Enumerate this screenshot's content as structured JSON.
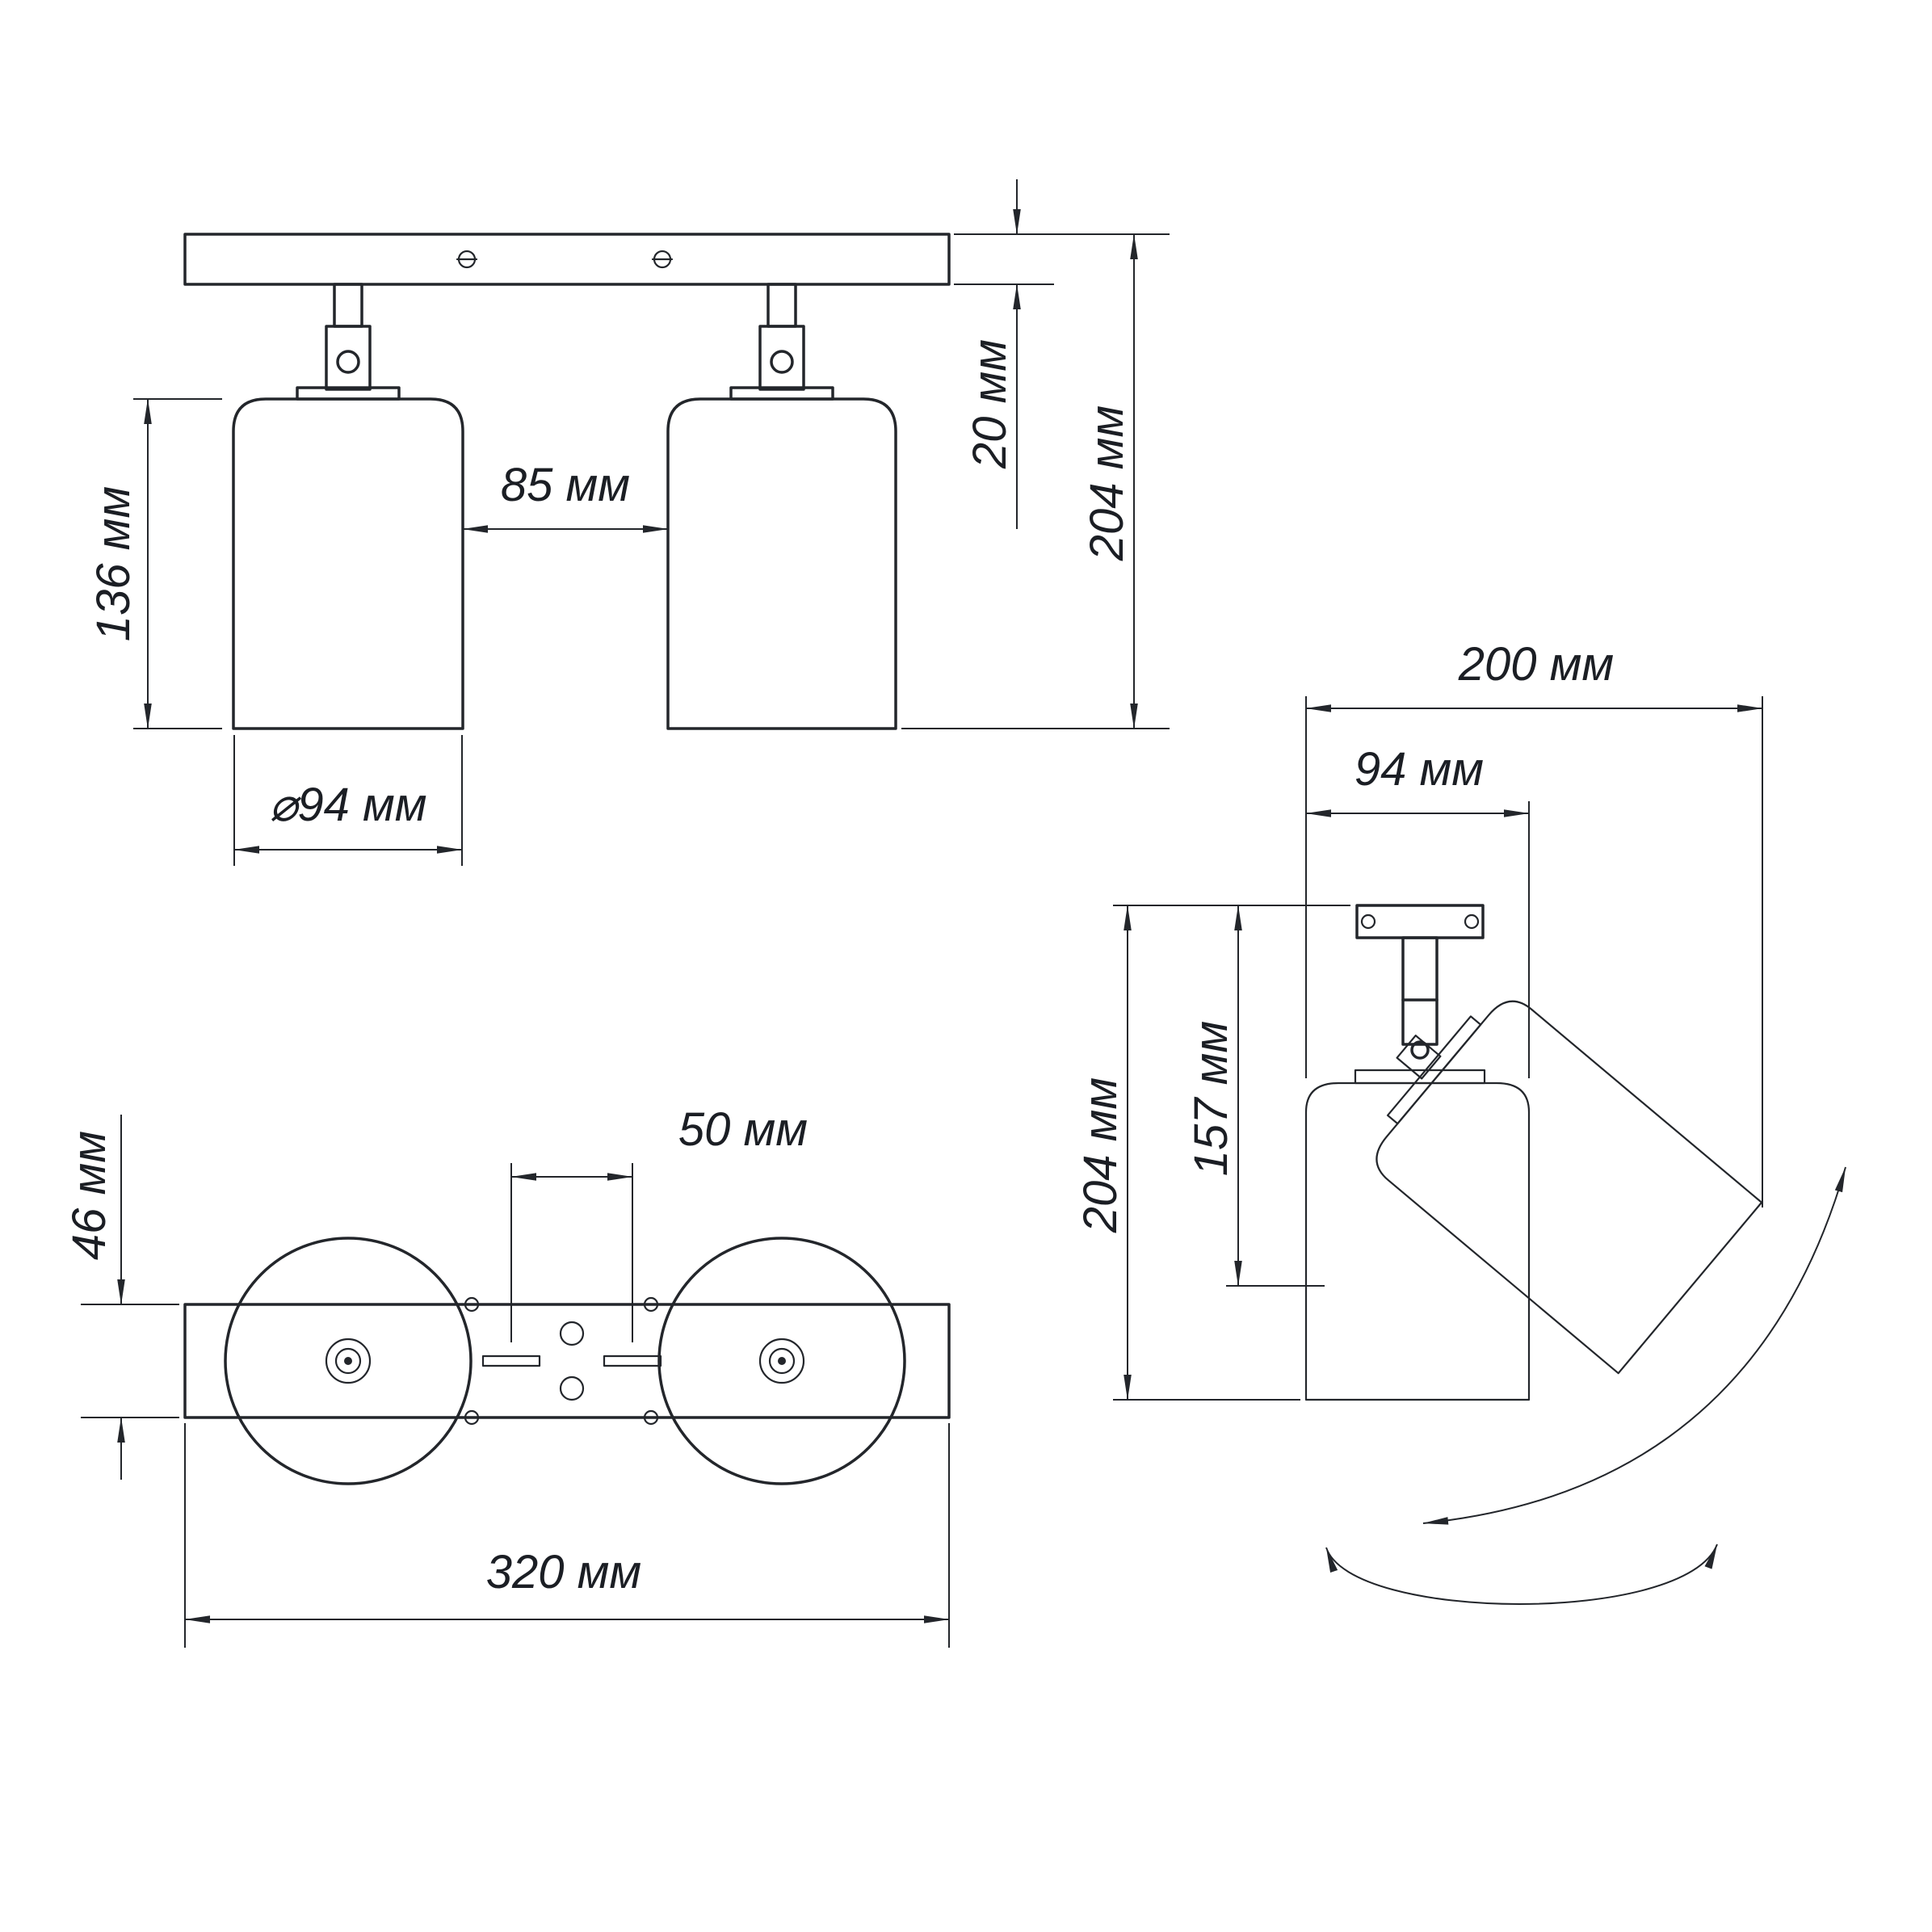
{
  "views": {
    "front": {
      "shade_height": "136 мм",
      "gap": "85 мм",
      "plate_thickness": "20 мм",
      "total_height": "204 мм",
      "shade_diameter": "⌀94 мм"
    },
    "bottom": {
      "plate_width": "46 мм",
      "slot_spacing": "50 мм",
      "plate_length": "320 мм"
    },
    "side": {
      "reach": "200 мм",
      "shade_diameter": "94 мм",
      "total_height": "204 мм",
      "tilt_height": "157 мм"
    }
  }
}
